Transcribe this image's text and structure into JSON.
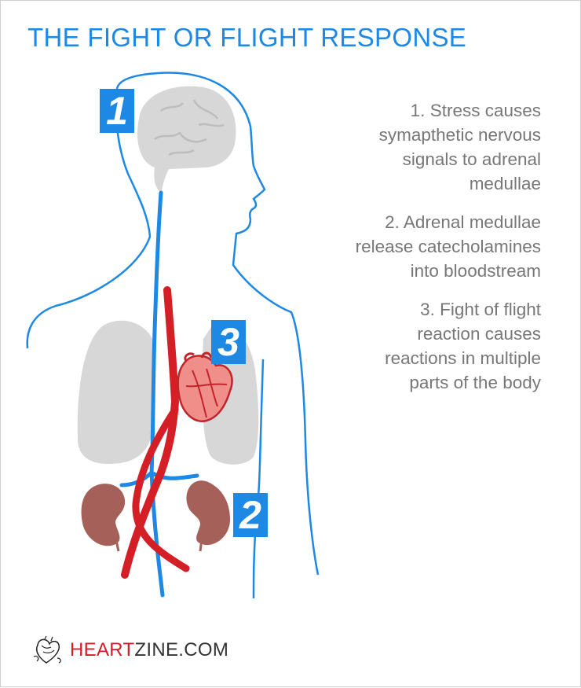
{
  "title": "THE FIGHT OR FLIGHT RESPONSE",
  "badges": [
    "1",
    "2",
    "3"
  ],
  "steps": [
    {
      "lines": [
        "1. Stress causes",
        "symapthetic nervous",
        "signals to adrenal",
        "medullae"
      ]
    },
    {
      "lines": [
        "2. Adrenal medullae",
        "release catecholamines",
        "into bloodstream"
      ]
    },
    {
      "lines": [
        "3. Fight of flight",
        "reaction causes",
        "reactions in multiple",
        "parts of the body"
      ]
    }
  ],
  "brand": {
    "part1": "HEART",
    "part2": "ZINE.COM"
  },
  "colors": {
    "accent": "#1e88e5",
    "artery": "#d51f27",
    "kidney": "#a6605a",
    "organ_gray": "#d7d7d7",
    "heart": "#f08f8a",
    "text": "#777777"
  }
}
